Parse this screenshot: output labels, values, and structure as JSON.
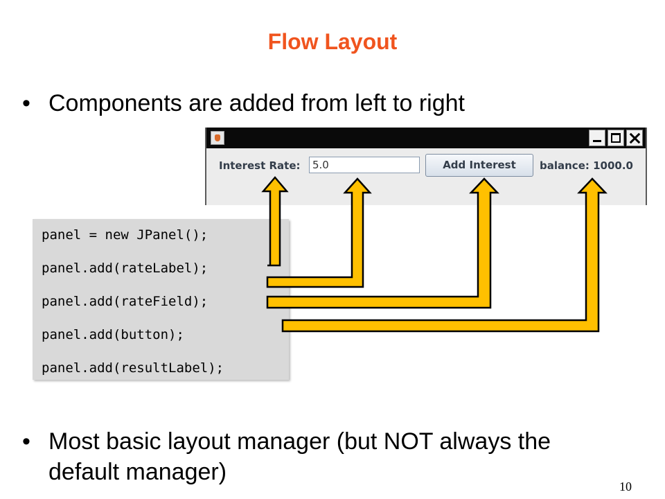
{
  "slide": {
    "title": "Flow Layout",
    "title_color": "#f0541e",
    "bullets": [
      "Components are added from left to right",
      "Most basic layout manager (but NOT always the default manager)"
    ],
    "bullet_glyph": "•",
    "page_number": "10"
  },
  "java_window": {
    "title_icon": "java-cup-icon",
    "controls": [
      "minimize-icon",
      "maximize-icon",
      "close-icon"
    ],
    "rate_label": "Interest Rate:",
    "rate_field_value": "5.0",
    "button_label": "Add Interest",
    "result_label": "balance: 1000.0"
  },
  "code": {
    "lines": [
      "panel = new JPanel();",
      "panel.add(rateLabel);",
      "panel.add(rateField);",
      "panel.add(button);",
      "panel.add(resultLabel);"
    ]
  },
  "arrow_color": "#ffc000"
}
